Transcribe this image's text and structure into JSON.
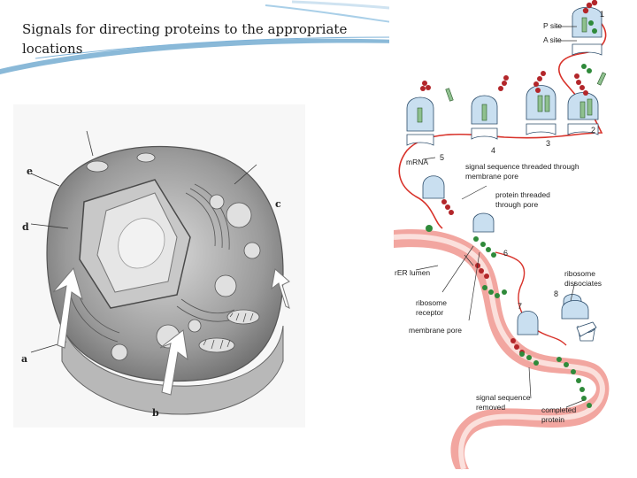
{
  "slide": {
    "title": "Signals for directing proteins to the appropriate locations"
  },
  "cell_figure": {
    "letters": {
      "a": "a",
      "b": "b",
      "c": "c",
      "d": "d",
      "e": "e"
    }
  },
  "translation_figure": {
    "labels": {
      "p_site": "P site",
      "a_site": "A site",
      "mrna": "mRNA",
      "signal_threaded_1": "signal sequence threaded through",
      "signal_threaded_2": "membrane pore",
      "protein_threaded_1": "protein threaded",
      "protein_threaded_2": "through pore",
      "rer_lumen": "rER lumen",
      "ribosome_receptor_1": "ribosome",
      "ribosome_receptor_2": "receptor",
      "membrane_pore": "membrane pore",
      "ribosome_dissociates_1": "ribosome",
      "ribosome_dissociates_2": "dissociates",
      "signal_removed_1": "signal sequence",
      "signal_removed_2": "removed",
      "completed_1": "completed",
      "completed_2": "protein"
    },
    "steps": [
      "1",
      "2",
      "3",
      "4",
      "5",
      "6",
      "7",
      "8"
    ]
  },
  "colors": {
    "membrane": "#f2a6a0",
    "lumen": "#fbe0dc",
    "mrna": "#d8322a",
    "ribosome": "#c9dff0",
    "amino_acid_green": "#2f8a3a",
    "amino_acid_red": "#b3262a",
    "swoosh": "#2a7fb8"
  }
}
